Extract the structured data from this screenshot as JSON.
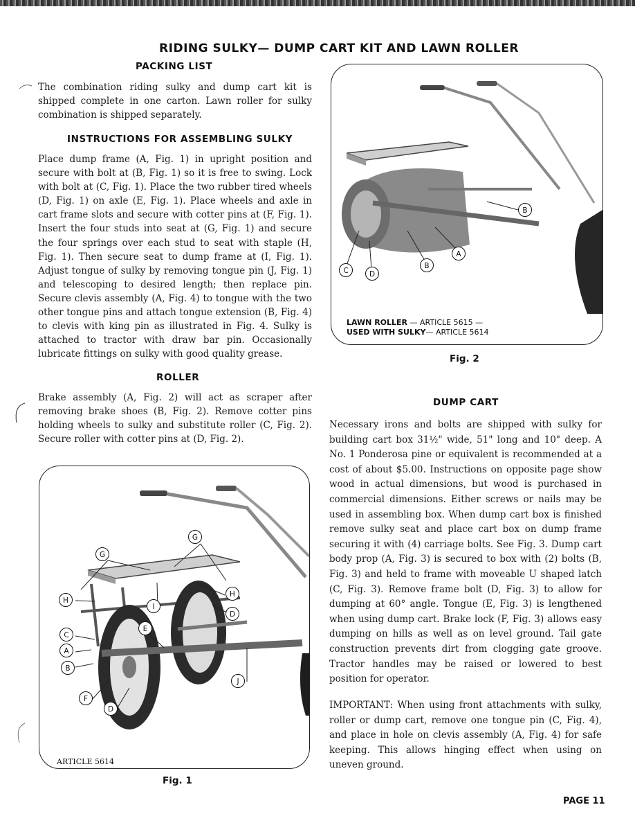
{
  "title": "RIDING SULKY— DUMP CART KIT AND LAWN ROLLER",
  "packing": {
    "heading": "PACKING LIST",
    "text": "The combination riding sulky and dump cart kit is shipped complete in one carton. Lawn roller for sulky combination is shipped separately."
  },
  "instructions": {
    "heading": "INSTRUCTIONS FOR ASSEMBLING SULKY",
    "text": "Place dump frame (A, Fig. 1) in upright position and secure with bolt at (B, Fig. 1) so it is free to swing. Lock with bolt at (C, Fig. 1). Place the two rubber tired wheels (D, Fig. 1) on axle (E, Fig. 1). Place wheels and axle in cart frame slots and secure with cotter pins at (F, Fig. 1). Insert the four studs into seat at (G, Fig. 1) and secure the four springs over each stud to seat with staple (H, Fig. 1). Then secure seat to dump frame at (I, Fig. 1). Adjust tongue of sulky by removing tongue pin (J, Fig. 1) and telescoping to desired length; then replace pin. Secure clevis assembly (A, Fig. 4) to tongue with the two other tongue pins and attach tongue extension (B, Fig. 4) to clevis with king pin as illustrated in Fig. 4. Sulky is attached to tractor with draw bar pin. Occasionally lubricate fittings on sulky with good quality grease."
  },
  "roller": {
    "heading": "ROLLER",
    "text": "Brake assembly (A, Fig. 2) will act as scraper after removing brake shoes (B, Fig. 2). Remove cotter pins holding wheels to sulky and substitute roller (C, Fig. 2). Secure roller with cotter pins at (D, Fig. 2)."
  },
  "fig1": {
    "article": "ARTICLE 5614",
    "caption": "Fig. 1",
    "callouts": [
      "G",
      "G",
      "H",
      "H",
      "I",
      "D",
      "E",
      "C",
      "A",
      "B",
      "F",
      "D",
      "J"
    ]
  },
  "fig2": {
    "caption_line1_bold": "LAWN ROLLER",
    "caption_line1_rest": " — ARTICLE 5615 —",
    "caption_line2_bold": "USED WITH SULKY",
    "caption_line2_rest": "— ARTICLE 5614",
    "caption": "Fig. 2",
    "callouts": [
      "B",
      "A",
      "B",
      "C",
      "D"
    ]
  },
  "dump_cart": {
    "heading": "DUMP CART",
    "text": "Necessary irons and bolts are shipped with sulky for building cart box 31½\" wide, 51\" long and 10\" deep. A No. 1 Ponderosa pine or equivalent is recommended at a cost of about $5.00. Instructions on opposite page show wood in actual dimensions, but wood is purchased in commercial dimensions. Either screws or nails may be used in assembling box. When dump cart box is finished remove sulky seat and place cart box on dump frame securing it with (4) carriage bolts. See Fig. 3. Dump cart body prop (A, Fig. 3) is secured to box with (2) bolts (B, Fig. 3) and held to frame with moveable U shaped latch (C, Fig. 3). Remove frame bolt (D, Fig. 3) to allow for dumping at 60° angle. Tongue (E, Fig. 3) is lengthened when using dump cart. Brake lock (F, Fig. 3) allows easy dumping on hills as well as on level ground. Tail gate construction prevents dirt from clogging gate groove. Tractor handles may be raised or lowered to best position for operator.",
    "important": "IMPORTANT: When using front attachments with sulky, roller or dump cart, remove one tongue pin (C, Fig. 4), and place in hole on clevis assembly (A, Fig. 4) for safe keeping. This allows hinging effect when using on uneven ground."
  },
  "page_number": "PAGE 11"
}
